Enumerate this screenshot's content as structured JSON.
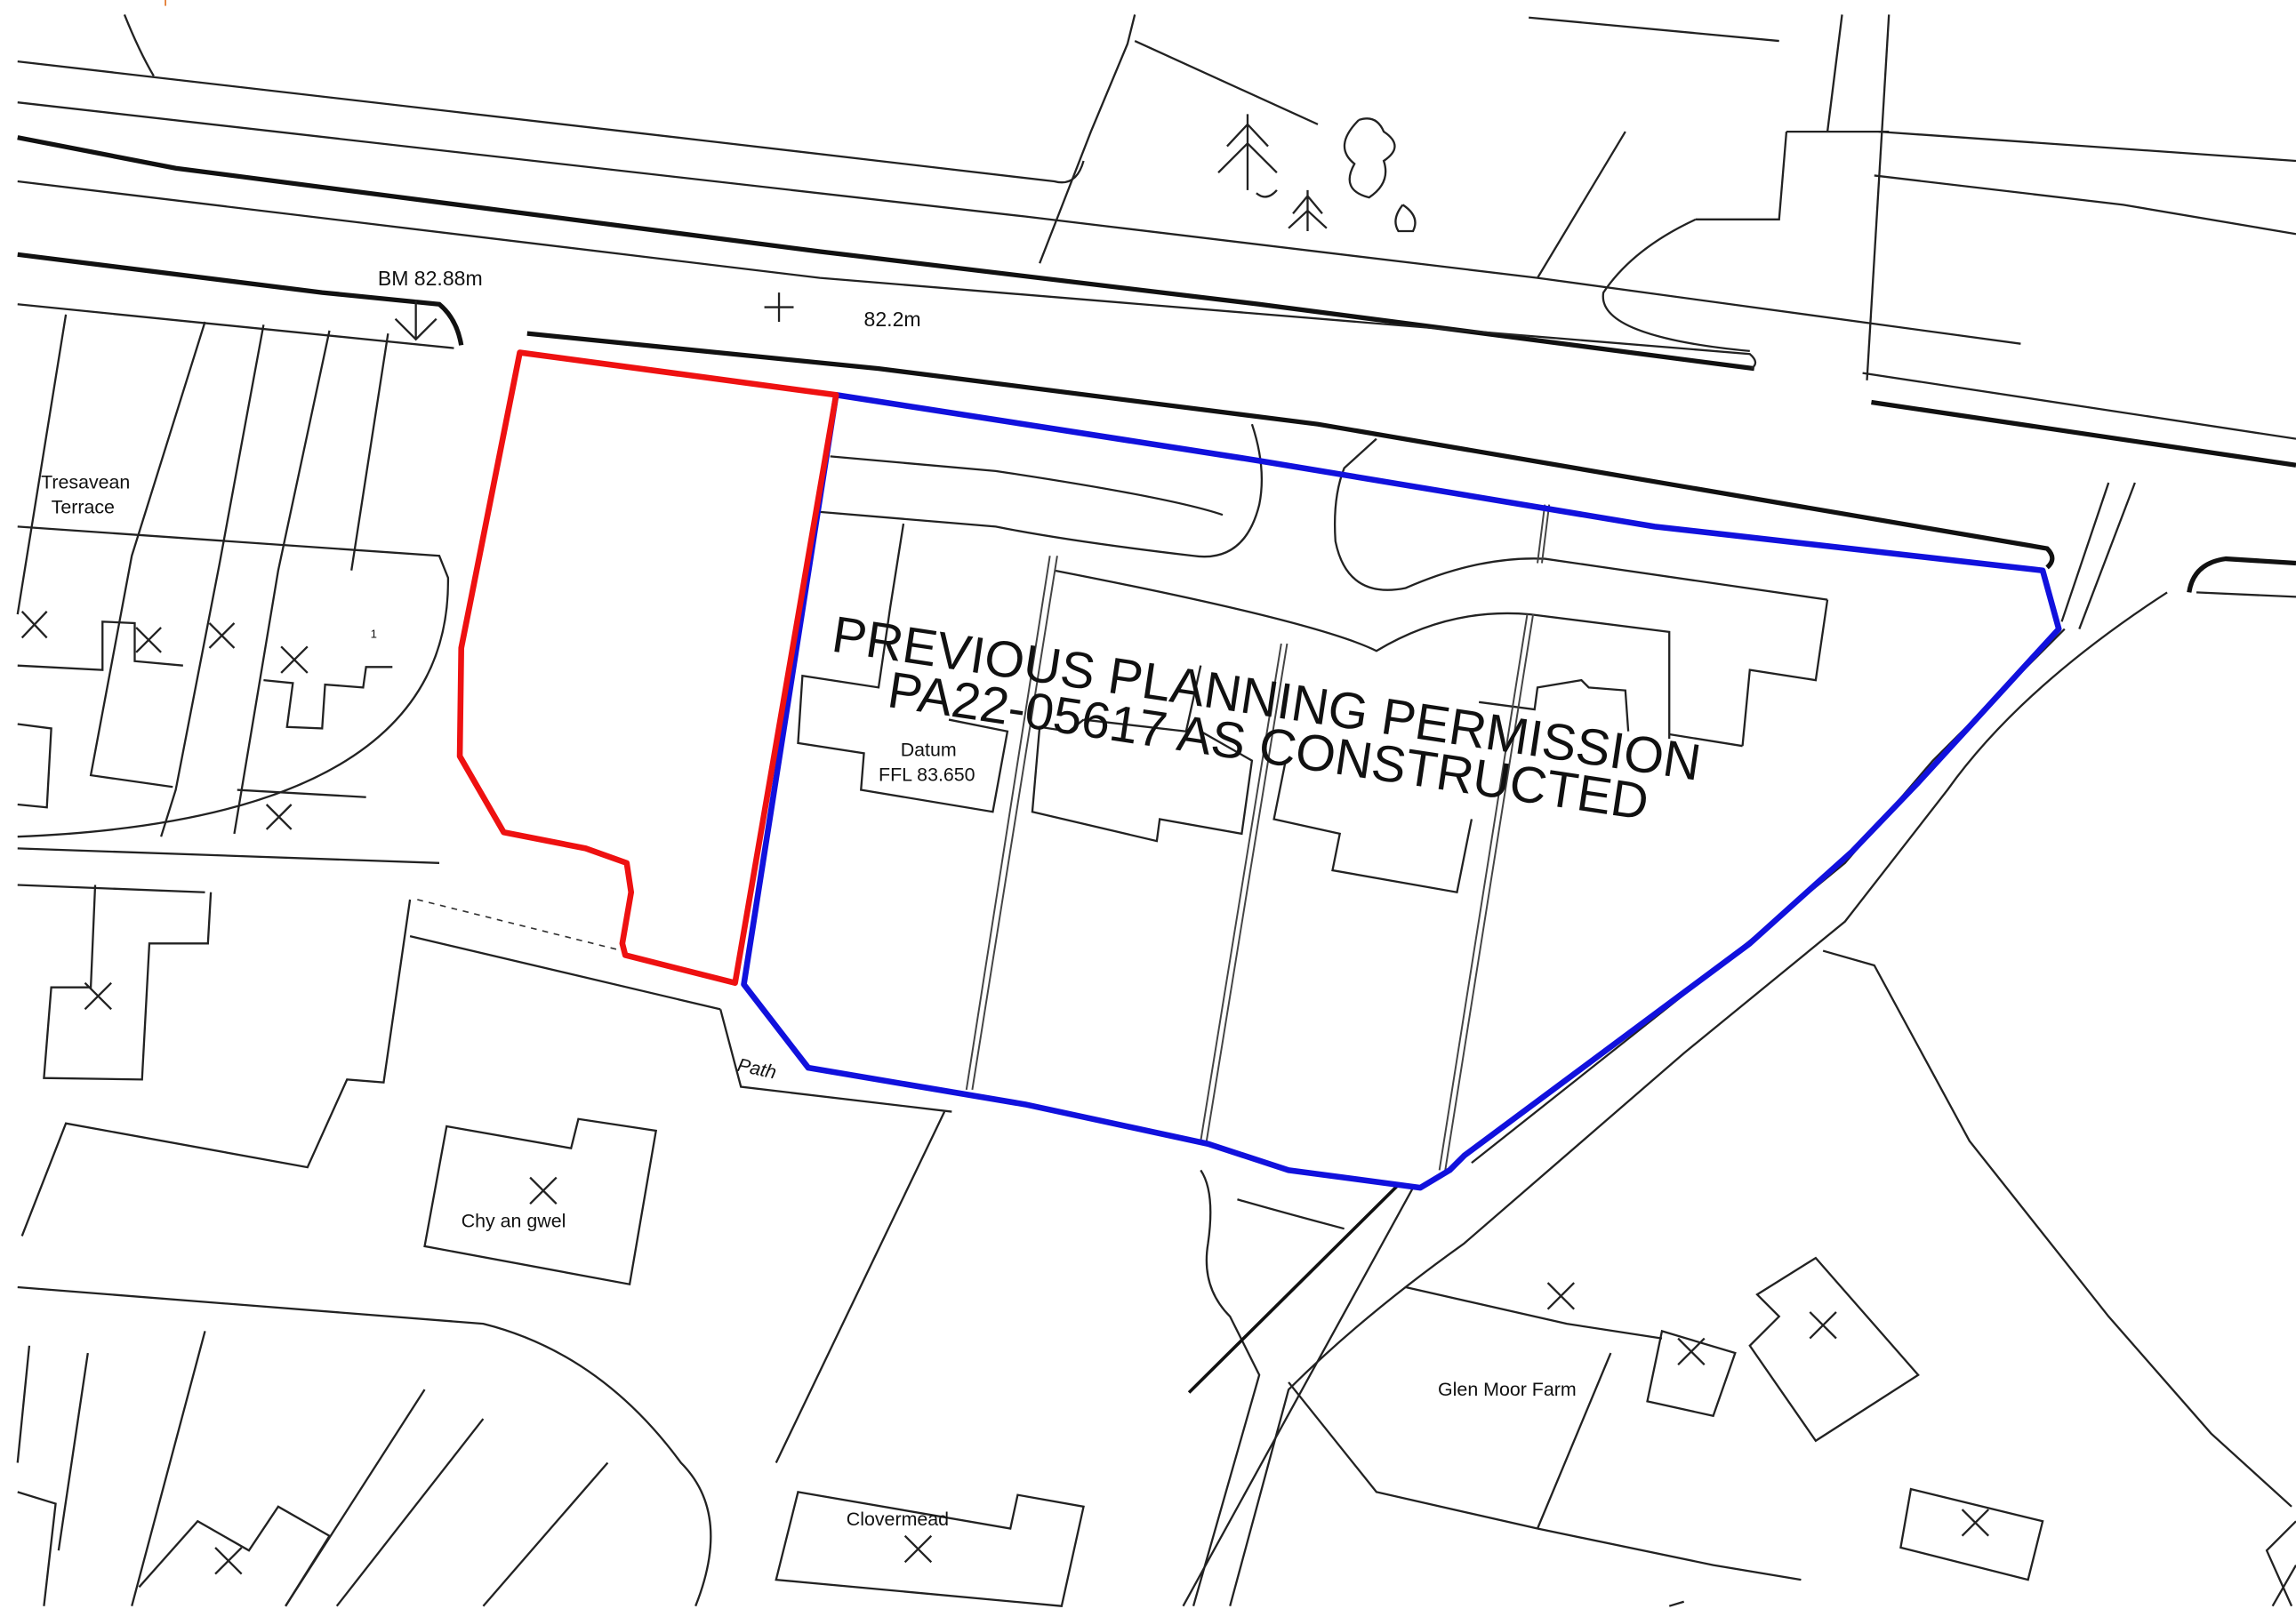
{
  "labels": {
    "bench_mark": "BM 82.88m",
    "spot_height": "82.2m",
    "terrace_line1": "Tresavean",
    "terrace_line2": "Terrace",
    "datum_line1": "Datum",
    "datum_line2": "FFL 83.650",
    "path": "Path",
    "chy_an_gwel": "Chy an gwel",
    "glen_moor_farm": "Glen Moor Farm",
    "clovermead": "Clovermead",
    "house_number": "1",
    "permission_line1": "PREVIOUS PLANNING PERMISSION",
    "permission_line2": "PA22-05617 AS CONSTRUCTED"
  },
  "colors": {
    "site_boundary": "#ee1111",
    "previous_permission": "#1111dd",
    "linework": "#222222",
    "background": "#ffffff"
  }
}
